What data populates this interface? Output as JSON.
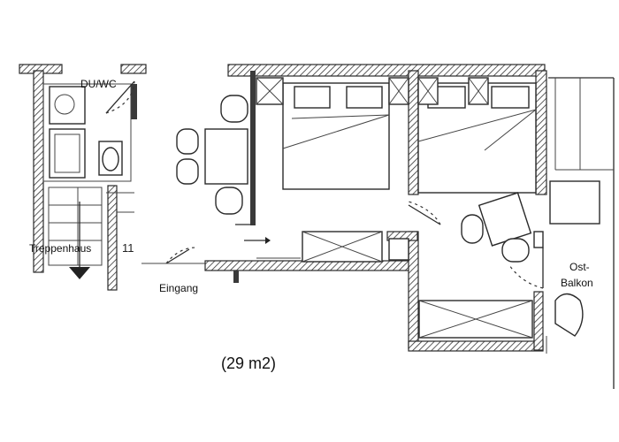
{
  "labels": {
    "bathroom": "DU/WC",
    "stairwell": "Treppenhaus",
    "entrance": "Eingang",
    "balcony_line1": "Ost-",
    "balcony_line2": "Balkon",
    "area": "(29 m2)",
    "stair_number": "11"
  }
}
